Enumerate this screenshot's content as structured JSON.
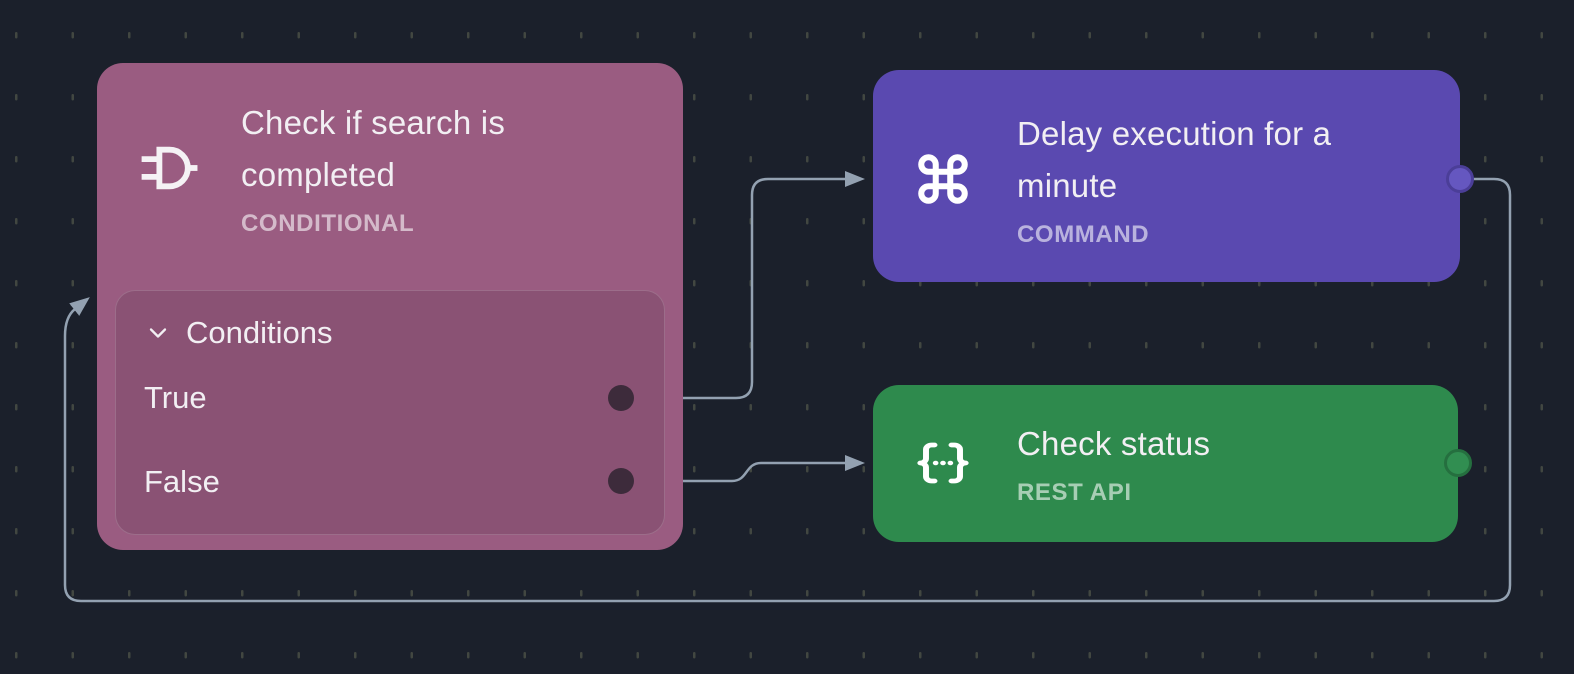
{
  "canvas": {
    "background": "#1b202b",
    "grid_dot_color": "#424741",
    "edge_color": "#93a1b1"
  },
  "nodes": {
    "conditional": {
      "title": "Check if search is completed",
      "type_label": "CONDITIONAL",
      "icon": "logic-gate-icon",
      "color": "#9a5c81",
      "panel_color": "#8a5274",
      "port_color": "#3d2b3b",
      "conditions": {
        "header": "Conditions",
        "outputs": [
          "True",
          "False"
        ]
      }
    },
    "command": {
      "title": "Delay execution for a minute",
      "type_label": "COMMAND",
      "icon": "command-icon",
      "color": "#5a49b0"
    },
    "rest_api": {
      "title": "Check status",
      "type_label": "REST API",
      "icon": "braces-icon",
      "color": "#2e8a4d"
    }
  }
}
